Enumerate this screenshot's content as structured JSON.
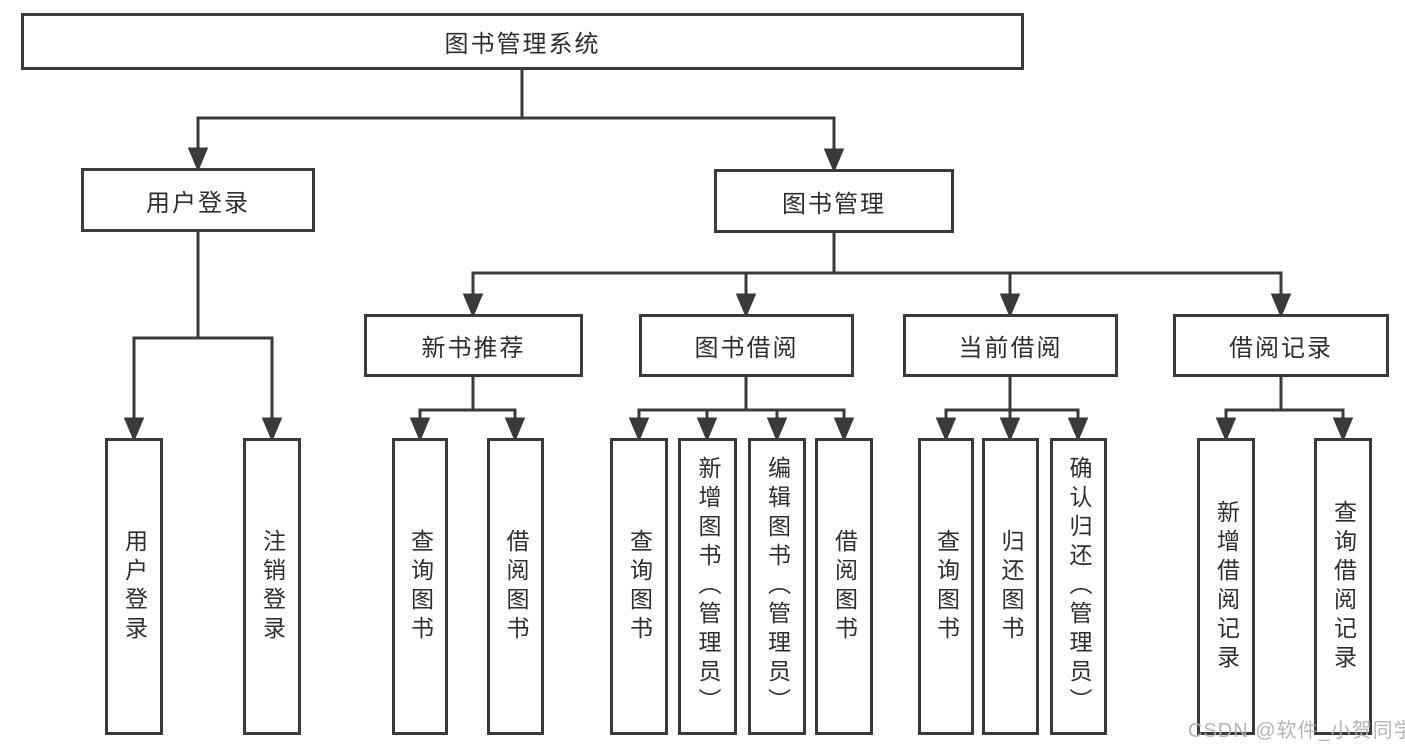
{
  "diagram": {
    "title": "图书管理系统",
    "root": {
      "label": "图书管理系统"
    },
    "level2": [
      {
        "label": "用户登录"
      },
      {
        "label": "图书管理"
      }
    ],
    "level3": [
      {
        "label": "新书推荐",
        "parent": "图书管理"
      },
      {
        "label": "图书借阅",
        "parent": "图书管理"
      },
      {
        "label": "当前借阅",
        "parent": "图书管理"
      },
      {
        "label": "借阅记录",
        "parent": "图书管理"
      }
    ],
    "level4_groups": [
      {
        "parent": "用户登录",
        "items": [
          {
            "label": "用户登录"
          },
          {
            "label": "注销登录"
          }
        ]
      },
      {
        "parent": "新书推荐",
        "items": [
          {
            "label": "查询图书"
          },
          {
            "label": "借阅图书"
          }
        ]
      },
      {
        "parent": "图书借阅",
        "items": [
          {
            "label": "查询图书"
          },
          {
            "label": "新增图书（管理员）"
          },
          {
            "label": "编辑图书（管理员）"
          },
          {
            "label": "借阅图书"
          }
        ]
      },
      {
        "parent": "当前借阅",
        "items": [
          {
            "label": "查询图书"
          },
          {
            "label": "归还图书"
          },
          {
            "label": "确认归还（管理员）"
          }
        ]
      },
      {
        "parent": "借阅记录",
        "items": [
          {
            "label": "新增借阅记录"
          },
          {
            "label": "查询借阅记录"
          }
        ]
      }
    ],
    "watermark": {
      "text": "CSDN @软件_小贺同学"
    },
    "colors": {
      "line": "#3a3a3a",
      "text": "#2f2f2f",
      "box_background": "#ffffff",
      "page_background": "#ffffff",
      "watermark": "#afafaf"
    }
  }
}
